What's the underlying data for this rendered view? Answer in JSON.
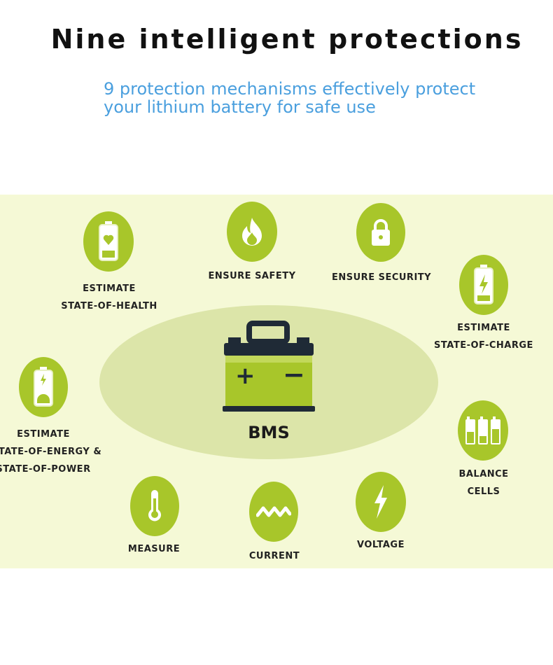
{
  "header": {
    "title": "Nine intelligent protections",
    "subtitle_line1": "9 protection mechanisms effectively protect",
    "subtitle_line2": "your lithium battery for safe use"
  },
  "center": {
    "label": "BMS",
    "plus": "+",
    "minus": "−"
  },
  "protections": {
    "state_of_health": {
      "line1": "ESTIMATE",
      "line2": "STATE-OF-HEALTH",
      "icon": "battery-heart-icon"
    },
    "safety": {
      "line1": "ENSURE SAFETY",
      "icon": "flame-icon"
    },
    "security": {
      "line1": "ENSURE SECURITY",
      "icon": "lock-icon"
    },
    "state_of_charge": {
      "line1": "ESTIMATE",
      "line2": "STATE-OF-CHARGE",
      "icon": "battery-bolt-icon"
    },
    "state_of_energy": {
      "line1": "ESTIMATE",
      "line2": "STATE-OF-ENERGY &",
      "line3": "STATE-OF-POWER",
      "icon": "battery-gauge-icon"
    },
    "balance": {
      "line1": "BALANCE",
      "line2": "CELLS",
      "icon": "cells-icon"
    },
    "measure": {
      "line1": "MEASURE",
      "icon": "thermometer-icon"
    },
    "current": {
      "line1": "CURRENT",
      "icon": "wave-icon"
    },
    "voltage": {
      "line1": "VOLTAGE",
      "icon": "lightning-icon"
    }
  },
  "colors": {
    "accent": "#a8c62a",
    "panel": "#f5f9d6",
    "ellipse": "#dce5a9",
    "subtitle": "#4a9fde"
  }
}
